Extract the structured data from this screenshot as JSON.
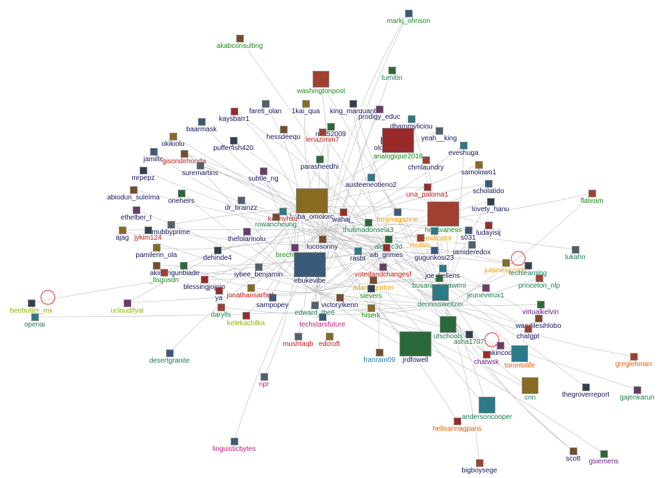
{
  "graph": {
    "nodes": [
      {
        "id": "markj_ohnson",
        "label": "markj_ohnson",
        "color": "#1a8a1a"
      },
      {
        "id": "akabconsulting",
        "label": "akabconsulting",
        "color": "#1a8a1a"
      },
      {
        "id": "turnitin",
        "label": "turnitin",
        "color": "#1a7a4a"
      },
      {
        "id": "washingtonpost",
        "label": "washingtonpost",
        "color": "#1a8a1a"
      },
      {
        "id": "fareti_olan",
        "label": "fareti_olan",
        "color": "#14145a"
      },
      {
        "id": "kai_qua",
        "label": "1kai_qua",
        "color": "#14145a"
      },
      {
        "id": "king_marquant",
        "label": "king_marquant",
        "color": "#14145a"
      },
      {
        "id": "prodigy_educ",
        "label": "prodigy_educ",
        "color": "#14145a"
      },
      {
        "id": "dhammyliciou",
        "label": "dhammyliciou",
        "color": "#14145a"
      },
      {
        "id": "kaysbarr1",
        "label": "kaysbarr1",
        "color": "#14145a"
      },
      {
        "id": "baarmask",
        "label": "baarmask",
        "color": "#14145a"
      },
      {
        "id": "hessdeequ",
        "label": "hessdeequ",
        "color": "#14145a"
      },
      {
        "id": "ntie52009",
        "label": "ntie52009",
        "color": "#14145a"
      },
      {
        "id": "lenazimm7",
        "label": "lenazimm7",
        "color": "#c81414"
      },
      {
        "id": "yeah_king",
        "label": "yeah__king",
        "color": "#14145a"
      },
      {
        "id": "okikiolu",
        "label": "okikiolu",
        "color": "#14145a"
      },
      {
        "id": "pufferfish420",
        "label": "pufferfish420",
        "color": "#14145a"
      },
      {
        "id": "olove_",
        "label": "olove_",
        "color": "#14145a"
      },
      {
        "id": "eveshuga",
        "label": "eveshuga",
        "color": "#14145a"
      },
      {
        "id": "analogique2018",
        "label": "analogique2018",
        "color": "#1a8a1a"
      },
      {
        "id": "jamilte",
        "label": "jamilte",
        "color": "#14145a"
      },
      {
        "id": "gisondirhonda",
        "label": "gisondirhonda",
        "color": "#c81414"
      },
      {
        "id": "parasheedhi",
        "label": "parasheedhi",
        "color": "#14145a"
      },
      {
        "id": "chmlaundry",
        "label": "chmlaundry",
        "color": "#14145a"
      },
      {
        "id": "suremartins",
        "label": "suremartins",
        "color": "#14145a"
      },
      {
        "id": "samolowo1",
        "label": "samolowo1",
        "color": "#14145a"
      },
      {
        "id": "mrpepz",
        "label": "mrpepz",
        "color": "#14145a"
      },
      {
        "id": "subtle_ng",
        "label": "subtle_ng",
        "color": "#14145a"
      },
      {
        "id": "austeeneotieno2",
        "label": "austeeneotieno2",
        "color": "#14145a"
      },
      {
        "id": "una_paloma1",
        "label": "una_paloma1",
        "color": "#c81414"
      },
      {
        "id": "scholatido",
        "label": "scholatido",
        "color": "#14145a"
      },
      {
        "id": "abiodun_suleima",
        "label": "abiodun_suleima",
        "color": "#14145a"
      },
      {
        "id": "oneheirs",
        "label": "oneheirs",
        "color": "#14145a"
      },
      {
        "id": "flateam",
        "label": "flateam",
        "color": "#1a8a1a"
      },
      {
        "id": "dr_brainzz",
        "label": "dr_brainzz",
        "color": "#14145a"
      },
      {
        "id": "baba_omoloro",
        "label": "baba_omoloro",
        "color": "#14145a"
      },
      {
        "id": "lovety_hanu",
        "label": "lovety_hanu",
        "color": "#14145a"
      },
      {
        "id": "ethelber_t",
        "label": "ethelber_t",
        "color": "#14145a"
      },
      {
        "id": "kennyhsu",
        "label": "kennyhsu",
        "color": "#c81414"
      },
      {
        "id": "wahaj",
        "label": "wahaj_",
        "color": "#14145a"
      },
      {
        "id": "bmjmagazine",
        "label": "bmjmagazine",
        "color": "#e69a00"
      },
      {
        "id": "rowancheung",
        "label": "rowancheung",
        "color": "#1a7a4a"
      },
      {
        "id": "thulimadonsela3",
        "label": "thulimadonsela3",
        "color": "#1a7a4a"
      },
      {
        "id": "henkvaness",
        "label": "henkvaness",
        "color": "#1a8a1a"
      },
      {
        "id": "mubbyprime",
        "label": "mubbyprime",
        "color": "#14145a"
      },
      {
        "id": "ajag",
        "label": "ajag",
        "color": "#14145a"
      },
      {
        "id": "jykim124",
        "label": "jykim124",
        "color": "#c81414"
      },
      {
        "id": "thefolarinolu",
        "label": "thefolarinolu",
        "color": "#14145a"
      },
      {
        "id": "theindicator",
        "label": "theindicator",
        "color": "#e69a00"
      },
      {
        "id": "ludayisij",
        "label": "ludayisij",
        "color": "#14145a"
      },
      {
        "id": "s031",
        "label": "s031",
        "color": "#14145a"
      },
      {
        "id": "lucosonny",
        "label": "lucosonny",
        "color": "#14145a"
      },
      {
        "id": "alec_c3d",
        "label": "alec_c3d",
        "color": "#1a7a4a"
      },
      {
        "id": "mulalo",
        "label": "mulalo",
        "color": "#e69a00"
      },
      {
        "id": "jamideredox",
        "label": "jamideredox",
        "color": "#14145a"
      },
      {
        "id": "pamilerin_ola",
        "label": "pamilerin_ola",
        "color": "#14145a"
      },
      {
        "id": "dehinde4",
        "label": "dehinde4",
        "color": "#14145a"
      },
      {
        "id": "brechtcastel",
        "label": "brechtcastel",
        "color": "#1a8a1a"
      },
      {
        "id": "rasbt",
        "label": "rasbt",
        "color": "#14145a"
      },
      {
        "id": "wb_grimes",
        "label": "wb_grimes",
        "color": "#14145a"
      },
      {
        "id": "gugunkosi23",
        "label": "gugunkosi23",
        "color": "#14145a"
      },
      {
        "id": "akin",
        "label": "akin",
        "color": "#14145a"
      },
      {
        "id": "ngunbiade",
        "label": "ngunbiade",
        "color": "#14145a"
      },
      {
        "id": "tlsgusdn",
        "label": "_tlsgusdn",
        "color": "#1a8a1a"
      },
      {
        "id": "iybee_benjamin",
        "label": "iybee_benjamin",
        "color": "#14145a"
      },
      {
        "id": "julainespeight",
        "label": "julainespeight",
        "color": "#e69a00"
      },
      {
        "id": "techlearning",
        "label": "techlearning",
        "color": "#1a7a4a"
      },
      {
        "id": "votedandchangesf",
        "label": "votedandchangesf",
        "color": "#c81414"
      },
      {
        "id": "joe_kellens",
        "label": "joe_kellens",
        "color": "#14145a"
      },
      {
        "id": "blessingjojojo",
        "label": "blessingjojojo",
        "color": "#14145a"
      },
      {
        "id": "ebukevibe",
        "label": "ebukevibe",
        "color": "#14145a"
      },
      {
        "id": "adam_gorton",
        "label": "adam_gorton",
        "color": "#e69a00"
      },
      {
        "id": "busani_ngcaweni",
        "label": "busani_ngcaweni",
        "color": "#1a7a4a"
      },
      {
        "id": "princeton_nlp",
        "label": "princeton_nlp",
        "color": "#1a7a4a"
      },
      {
        "id": "lukahn",
        "label": "lukahn",
        "color": "#1a7a4a"
      },
      {
        "id": "jonathansarfat1",
        "label": "jonathansarfat1",
        "color": "#c81414"
      },
      {
        "id": "sievers",
        "label": "sievers",
        "color": "#1a8a1a"
      },
      {
        "id": "jeunevieux1",
        "label": "jeunevieux1",
        "color": "#1a7a4a"
      },
      {
        "id": "dennissweitzer",
        "label": "dennissweitzer",
        "color": "#1a7a4a"
      },
      {
        "id": "ya",
        "label": "ya",
        "color": "#14145a"
      },
      {
        "id": "sampopey",
        "label": "sampopey",
        "color": "#14145a"
      },
      {
        "id": "victoryikenn",
        "label": "victoryikenn",
        "color": "#14145a"
      },
      {
        "id": "virtualkelvin",
        "label": "virtualkelvin",
        "color": "#6a1a8a"
      },
      {
        "id": "darylls",
        "label": "darylls",
        "color": "#1a7a4a"
      },
      {
        "id": "edward_the6",
        "label": "edward_the6",
        "color": "#1a7a4a"
      },
      {
        "id": "hiserk",
        "label": "hiserk",
        "color": "#1a8a1a"
      },
      {
        "id": "beebutter_mx",
        "label": "beebutter_mx",
        "color": "#8ab400"
      },
      {
        "id": "ucloudifyai",
        "label": "ucloudifyai",
        "color": "#8ab400"
      },
      {
        "id": "openai",
        "label": "openai",
        "color": "#1a7a4a"
      },
      {
        "id": "kelekachilka",
        "label": "kelekachilka",
        "color": "#8ab400"
      },
      {
        "id": "techstarsfuture",
        "label": "techstarsfuture",
        "color": "#c81478"
      },
      {
        "id": "wandilesihlobo",
        "label": "wandilesihlobo",
        "color": "#14145a"
      },
      {
        "id": "utschools",
        "label": "utschools",
        "color": "#1a7a4a"
      },
      {
        "id": "chatgpt",
        "label": "chatgpt",
        "color": "#14145a"
      },
      {
        "id": "mushtaqb",
        "label": "mushtaqb",
        "color": "#c81414"
      },
      {
        "id": "edcroft",
        "label": "edcroft",
        "color": "#c81414"
      },
      {
        "id": "asha1707",
        "label": "asha1707",
        "color": "#1a7a4a"
      },
      {
        "id": "akincode",
        "label": "akincod",
        "color": "#14145a"
      },
      {
        "id": "torontolife",
        "label": "torontolife",
        "color": "#e65a00"
      },
      {
        "id": "chatwsk",
        "label": "chatwsk",
        "color": "#6a1a8a"
      },
      {
        "id": "desertgranite",
        "label": "desertgranite",
        "color": "#1a7a4a"
      },
      {
        "id": "franram09",
        "label": "franram09",
        "color": "#1a7aa8"
      },
      {
        "id": "jrdfowell",
        "label": "jrdfowell",
        "color": "#14145a"
      },
      {
        "id": "greglehman",
        "label": "greglehman",
        "color": "#e65a00"
      },
      {
        "id": "npr",
        "label": "npr",
        "color": "#c81478"
      },
      {
        "id": "cnn",
        "label": "cnn",
        "color": "#1a7a4a"
      },
      {
        "id": "thegroverreport",
        "label": "thegroverreport",
        "color": "#14145a"
      },
      {
        "id": "gajenkarun",
        "label": "gajenkarun",
        "color": "#1a7a4a"
      },
      {
        "id": "andersoncooper",
        "label": "andersoncooper",
        "color": "#1a7a4a"
      },
      {
        "id": "helloannagparis",
        "label": "helloannagparis",
        "color": "#e65a00"
      },
      {
        "id": "linguisticbytes",
        "label": "linguisticbytes",
        "color": "#c81478"
      },
      {
        "id": "scott",
        "label": "scott",
        "color": "#14145a"
      },
      {
        "id": "gsiemens",
        "label": "gsiemens",
        "color": "#6a1a8a"
      },
      {
        "id": "bigboysege",
        "label": "bigboysege",
        "color": "#14145a"
      }
    ],
    "edge_color": "#c8c8c8"
  }
}
